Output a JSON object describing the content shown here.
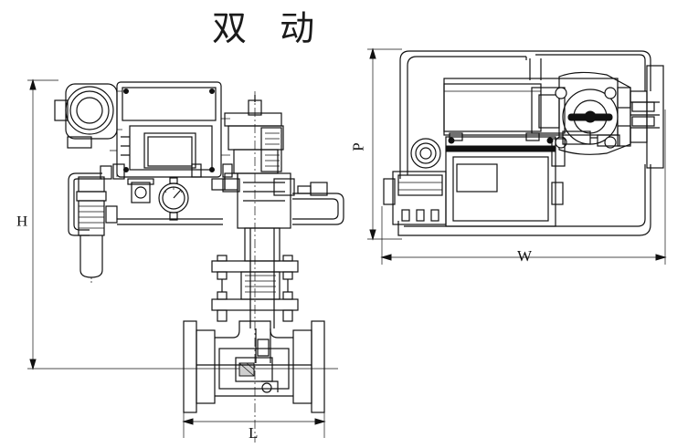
{
  "title": "双 动",
  "dimensions": {
    "height_label": "H",
    "length_label": "L",
    "depth_label": "P",
    "width_label": "W"
  }
}
